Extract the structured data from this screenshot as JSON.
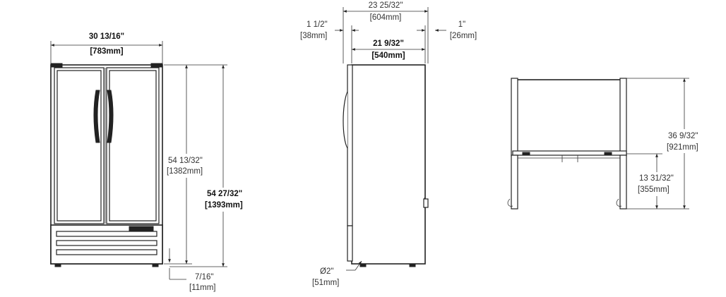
{
  "front_view": {
    "width_imperial": "30 13/16\"",
    "width_metric": "[783mm]",
    "cabinet_height_imperial": "54 13/32\"",
    "cabinet_height_metric": "[1382mm]",
    "overall_height_imperial": "54 27/32\"",
    "overall_height_metric": "[1393mm]",
    "leg_height_imperial": "7/16\"",
    "leg_height_metric": "[11mm]"
  },
  "side_view": {
    "overall_depth_imperial": "23 25/32\"",
    "overall_depth_metric": "[604mm]",
    "front_offset_imperial": "1 1/2\"",
    "front_offset_metric": "[38mm]",
    "cabinet_depth_imperial": "21 9/32\"",
    "cabinet_depth_metric": "[540mm]",
    "rear_offset_imperial": "1\"",
    "rear_offset_metric": "[26mm]",
    "cord_diameter_imperial": "Ø2\"",
    "cord_diameter_metric": "[51mm]"
  },
  "stand_view": {
    "overall_height_imperial": "36 9/32\"",
    "overall_height_metric": "[921mm]",
    "lower_height_imperial": "13 31/32\"",
    "lower_height_metric": "[355mm]"
  },
  "colors": {
    "line": "#222222",
    "text": "#333333"
  }
}
